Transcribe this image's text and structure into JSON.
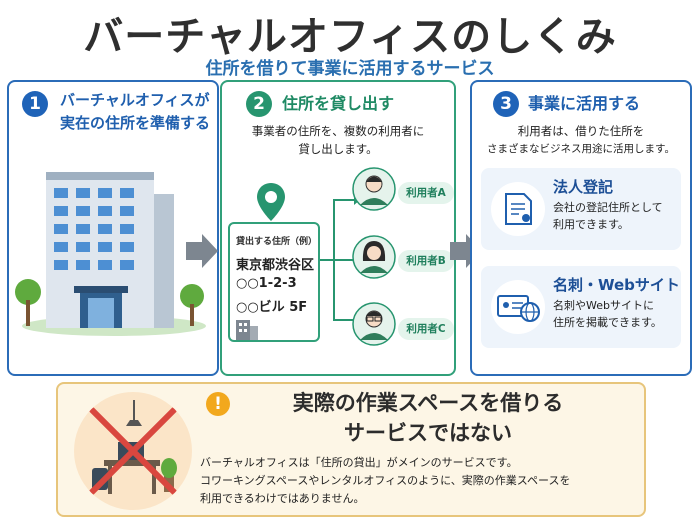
{
  "header": {
    "title": "バーチャルオフィスのしくみ",
    "subtitle": "住所を借りて事業に活用するサービス"
  },
  "step1": {
    "number": "1",
    "title_line1": "バーチャルオフィスが",
    "title_line2": "実在の住所を準備する"
  },
  "step2": {
    "number": "2",
    "title": "住所を貸し出す",
    "desc_line1": "事業者の住所を、複数の利用者に",
    "desc_line2": "貸し出します。",
    "address_card": {
      "caption": "貸出する住所（例）",
      "line1": "東京都渋谷区",
      "line2": "○○1-2-3",
      "line3": "○○ビル 5F"
    },
    "users": [
      "利用者A",
      "利用者B",
      "利用者C"
    ]
  },
  "step3": {
    "number": "3",
    "title": "事業に活用する",
    "desc_line1": "利用者は、借りた住所を",
    "desc_line2": "さまざまなビジネス用途に活用します。",
    "features": [
      {
        "title": "法人登記",
        "desc_line1": "会社の登記住所として",
        "desc_line2": "利用できます。"
      },
      {
        "title": "名刺・Webサイト",
        "desc_line1": "名刺やWebサイトに",
        "desc_line2": "住所を掲載できます。"
      }
    ]
  },
  "notice": {
    "icon": "!",
    "title_line1": "実際の作業スペースを借りる",
    "title_line2": "サービスではない",
    "text_line1": "バーチャルオフィスは「住所の貸出」がメインのサービスです。",
    "text_line2": "コワーキングスペースやレンタルオフィスのように、実際の作業スペースを",
    "text_line3": "利用できるわけではありません。"
  },
  "colors": {
    "blue": "#1f63b8",
    "green": "#27956f",
    "warning": "#f2a81d",
    "cross": "#d9473f"
  }
}
